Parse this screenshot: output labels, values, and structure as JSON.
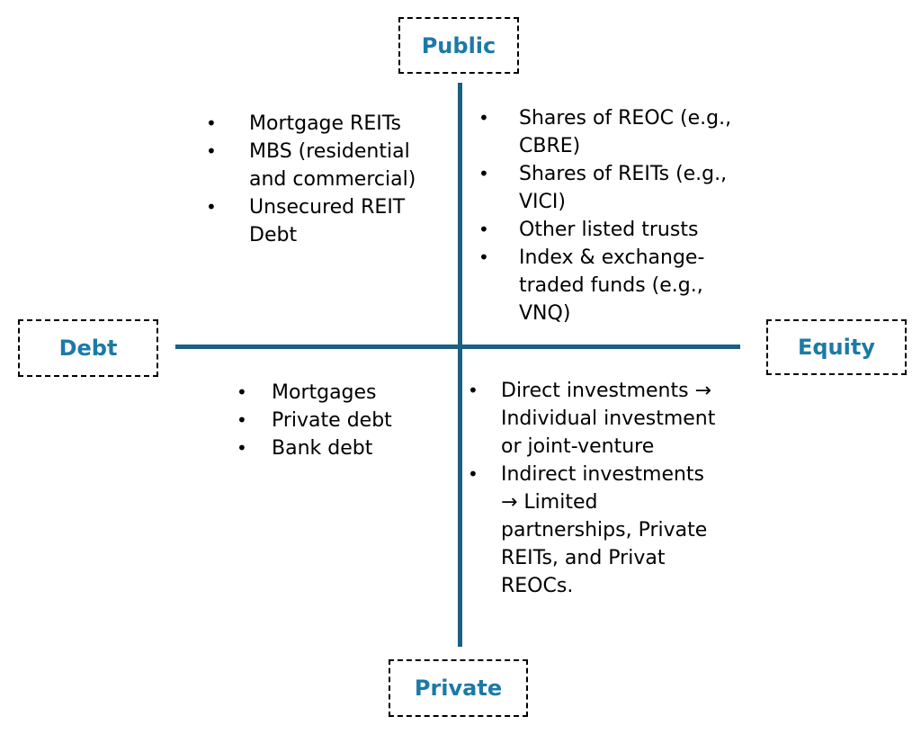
{
  "axes": {
    "top": "Public",
    "bottom": "Private",
    "left": "Debt",
    "right": "Equity"
  },
  "colors": {
    "axis_line": "#1b6080",
    "label_text": "#1c7aa6",
    "body_text": "#000000"
  },
  "bullet_char": "•",
  "quadrants": {
    "public_debt": {
      "items": [
        "Mortgage REITs",
        "MBS (residential\nand commercial)",
        "Unsecured REIT\nDebt"
      ]
    },
    "public_equity": {
      "items": [
        "Shares of REOC (e.g.,\nCBRE)",
        "Shares of REITs (e.g.,\nVICI)",
        "Other listed trusts",
        "Index & exchange-\ntraded funds (e.g.,\nVNQ)"
      ]
    },
    "private_debt": {
      "items": [
        "Mortgages",
        "Private debt",
        "Bank debt"
      ]
    },
    "private_equity": {
      "items": [
        "Direct investments →\nIndividual investment\nor joint-venture",
        "Indirect investments\n→ Limited\npartnerships, Private\nREITs, and Privat\nREOCs."
      ]
    }
  }
}
